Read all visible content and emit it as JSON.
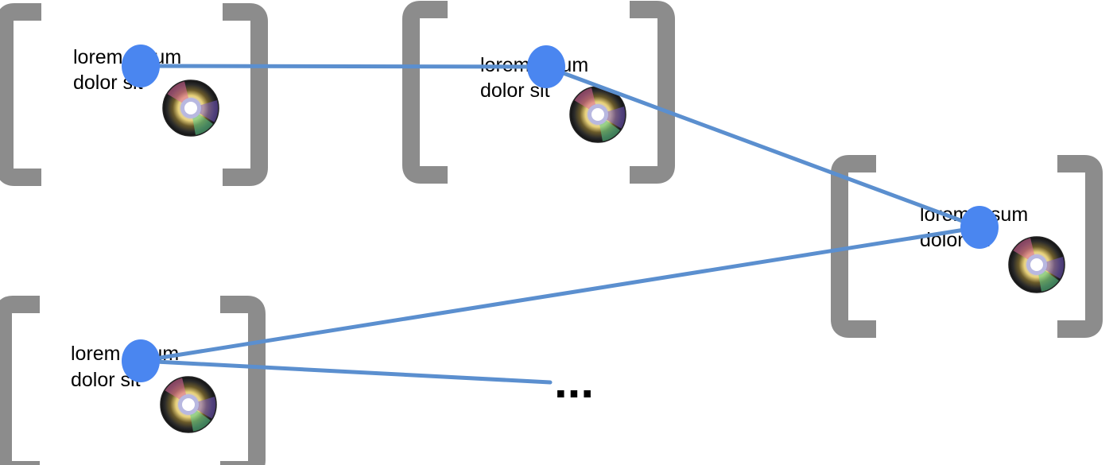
{
  "colors": {
    "background": "#ffffff",
    "bracket": "#8c8c8c",
    "connector": "#5b8fcf",
    "node_dot": "#4a86f0",
    "text": "#000000"
  },
  "nodes": [
    {
      "label_line1": "lorem ipsum",
      "label_line2": "dolor sit",
      "icon": "disc-icon"
    },
    {
      "label_line1": "lorem ipsum",
      "label_line2": "dolor sit",
      "icon": "disc-icon"
    },
    {
      "label_line1": "lorem ipsum",
      "label_line2": "dolor sit",
      "icon": "disc-icon"
    },
    {
      "label_line1": "lorem ipsum",
      "label_line2": "dolor sit",
      "icon": "disc-icon"
    }
  ],
  "edges": [
    {
      "from": 0,
      "to": 1
    },
    {
      "from": 1,
      "to": 2
    },
    {
      "from": 2,
      "to": 3
    },
    {
      "from": 3,
      "to": "continuation"
    }
  ],
  "continuation_text": "..."
}
